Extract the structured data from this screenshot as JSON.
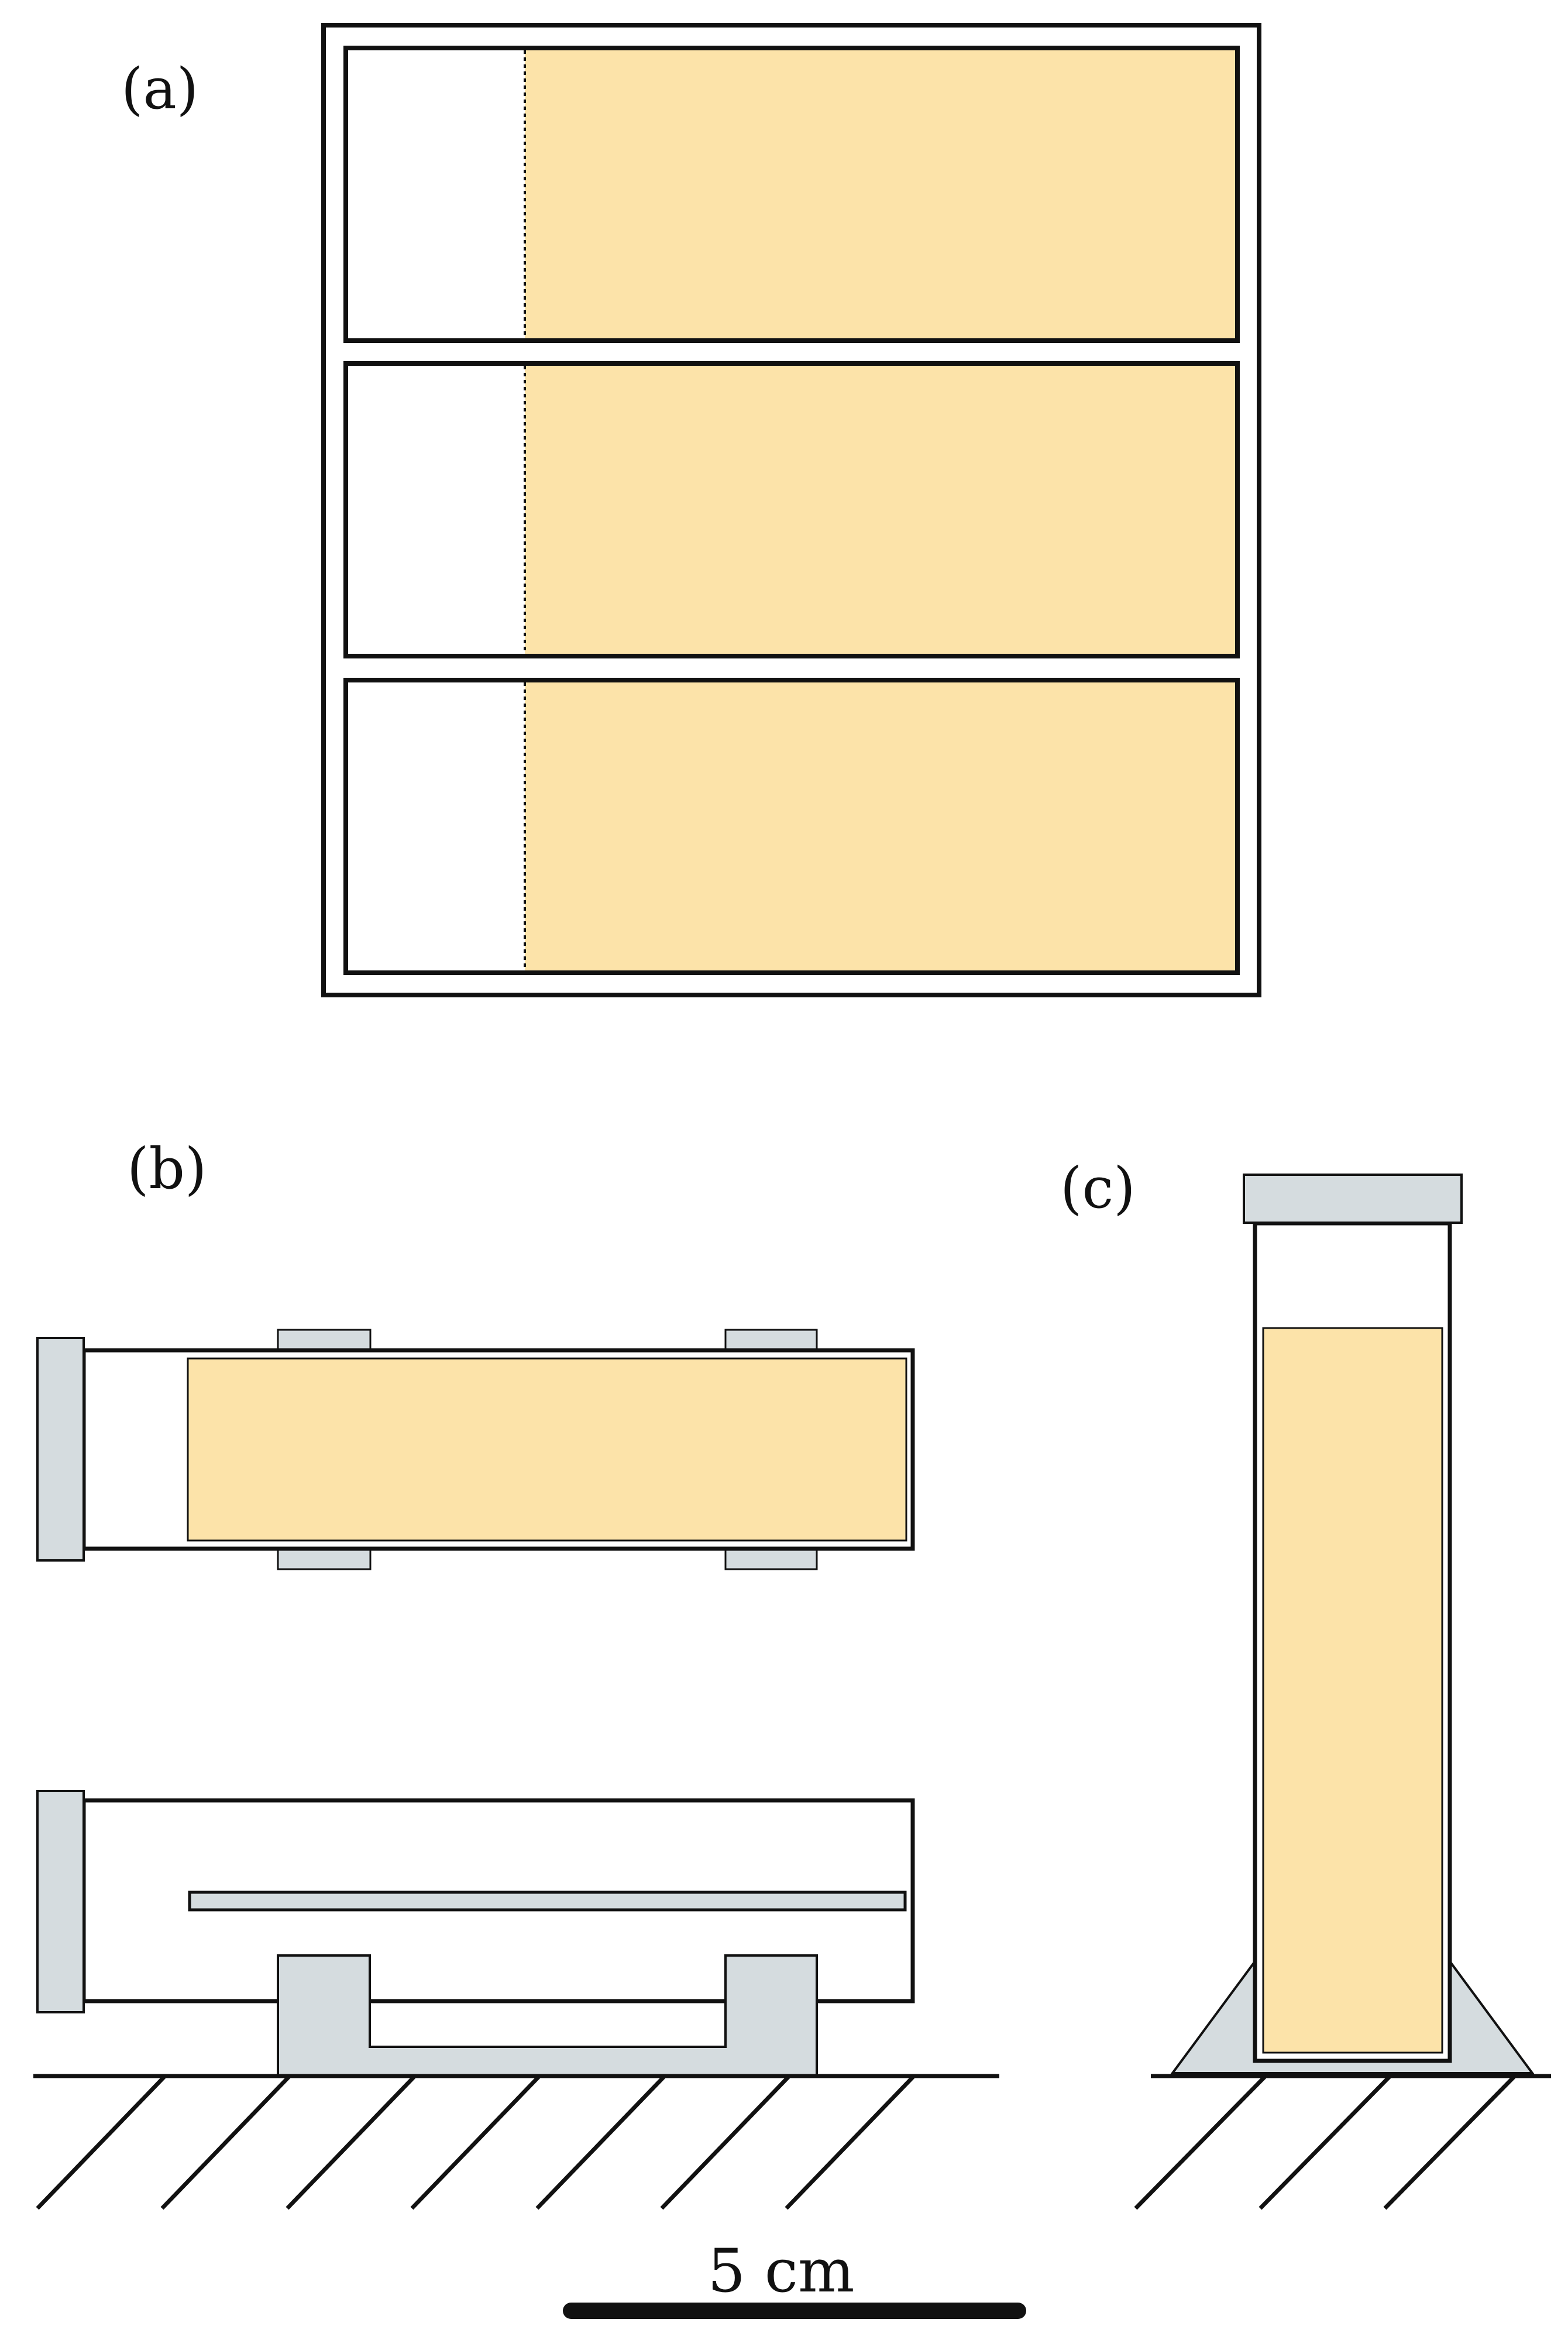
{
  "panels": {
    "a": {
      "label": "(a)"
    },
    "b": {
      "label": "(b)"
    },
    "c": {
      "label": "(c)"
    }
  },
  "scale_bar": {
    "label": "5 cm"
  },
  "colors": {
    "sample": "#fce3a9",
    "hardware": "#d5dcdf",
    "outline": "#111111",
    "background": "#ffffff"
  }
}
